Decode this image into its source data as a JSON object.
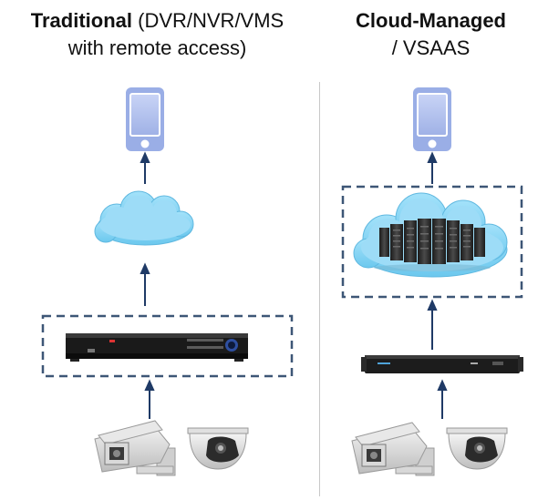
{
  "left": {
    "title_bold": "Traditional",
    "title_rest": " (DVR/NVR/VMS",
    "title_line2": "with remote access)"
  },
  "right": {
    "title_bold": "Cloud-Managed",
    "title_line2": "/ VSAAS"
  },
  "colors": {
    "arrow": "#1f3a66",
    "dashed_box": "#3d5676",
    "cloud": "#8fd6f4",
    "phone": "#b8c6f0"
  }
}
